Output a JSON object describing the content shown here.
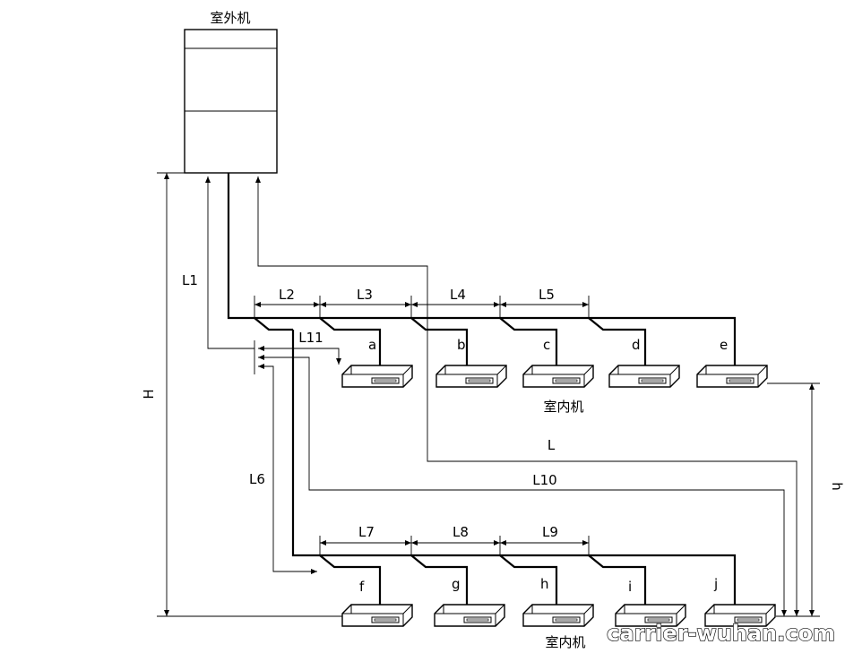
{
  "outdoor_unit": {
    "label": "室外机"
  },
  "indoor_caption_top": "室内机",
  "indoor_caption_bottom": "室内机",
  "units_top": [
    "a",
    "b",
    "c",
    "d",
    "e"
  ],
  "units_bottom": [
    "f",
    "g",
    "h",
    "i",
    "j"
  ],
  "pipe_labels": {
    "L": "L",
    "L1": "L1",
    "L2": "L2",
    "L3": "L3",
    "L4": "L4",
    "L5": "L5",
    "L6": "L6",
    "L7": "L7",
    "L8": "L8",
    "L9": "L9",
    "L10": "L10",
    "L11": "L11"
  },
  "height_labels": {
    "H": "H",
    "h": "h"
  },
  "watermark": "carrier-wuhan.com"
}
